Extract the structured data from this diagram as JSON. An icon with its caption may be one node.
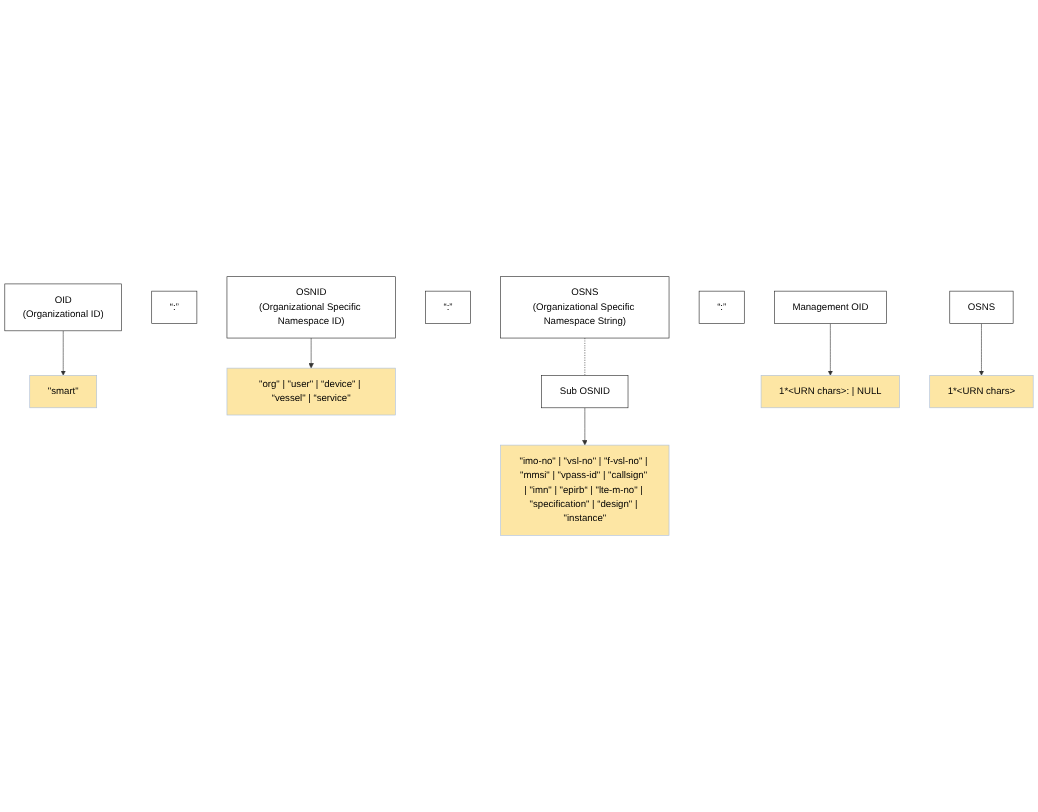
{
  "diagram": {
    "nodes": [
      {
        "text": [
          "OID",
          "(Organizational ID)"
        ]
      },
      {
        "text": [
          "“:”"
        ]
      },
      {
        "text": [
          "OSNID",
          "(Organizational Specific Namespace ID)"
        ]
      },
      {
        "text": [
          "“:”"
        ]
      },
      {
        "text": [
          "OSNS",
          "(Organizational Specific Namespace String)"
        ]
      },
      {
        "text": [
          "\"smart\""
        ]
      },
      {
        "text": [
          "\"org\" | \"user\" | “device\" | “vessel\" | “service\""
        ]
      },
      {
        "text": [
          "Sub OSNID"
        ]
      },
      {
        "text": [
          "“:”"
        ]
      },
      {
        "text": [
          "Management OID"
        ]
      },
      {
        "text": [
          "OSNS"
        ]
      },
      {
        "text": [
          "\"imo-no\" | \"vsl-no\" | \"f-vsl-no\" | \"mmsi\" | \"vpass-id\" | \"callsign\" | \"imn\" | \"epirb“ | \"lte-m-no\" | \"specification\" | “design\" | \"instance\""
        ]
      },
      {
        "text": [
          "1*<URN chars>: | NULL"
        ]
      },
      {
        "text": [
          "1*<URN chars>"
        ]
      }
    ],
    "edges": [
      {
        "from": 0,
        "to": 5,
        "arrow": "to"
      },
      {
        "from": 2,
        "to": 6,
        "arrow": "to"
      },
      {
        "from": 4,
        "to": 7,
        "arrow": "none",
        "style": "dashed"
      },
      {
        "from": 7,
        "to": 11,
        "arrow": "to"
      },
      {
        "from": 9,
        "to": 12,
        "arrow": "to"
      },
      {
        "from": 10,
        "to": 13,
        "arrow": "to"
      }
    ]
  }
}
